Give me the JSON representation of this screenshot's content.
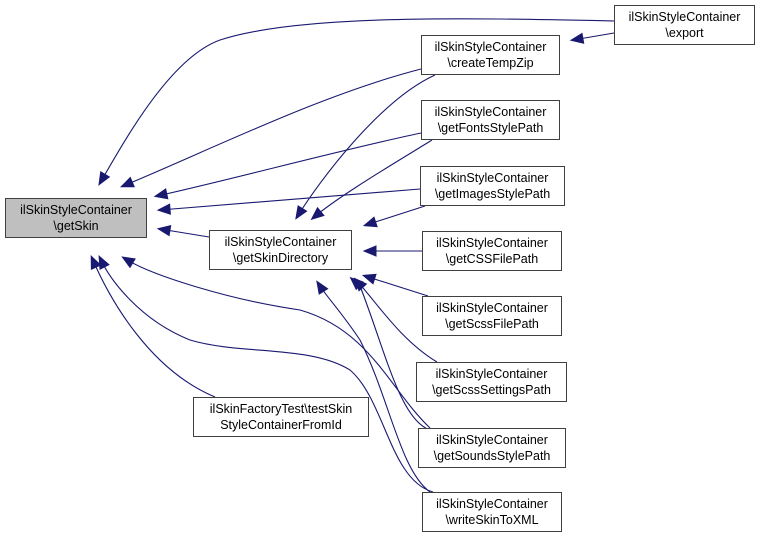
{
  "diagram": {
    "type": "doxygen-caller-graph",
    "edge_color": "#191970",
    "focus_fill": "#bfbfbf",
    "nodes": [
      {
        "id": "getSkin",
        "line1": "ilSkinStyleContainer",
        "line2": "\\getSkin",
        "focus": true
      },
      {
        "id": "getSkinDirectory",
        "line1": "ilSkinStyleContainer",
        "line2": "\\getSkinDirectory"
      },
      {
        "id": "testSkin",
        "line1": "ilSkinFactoryTest\\testSkin",
        "line2": "StyleContainerFromId"
      },
      {
        "id": "createTempZip",
        "line1": "ilSkinStyleContainer",
        "line2": "\\createTempZip"
      },
      {
        "id": "getFontsStylePath",
        "line1": "ilSkinStyleContainer",
        "line2": "\\getFontsStylePath"
      },
      {
        "id": "getImagesStylePath",
        "line1": "ilSkinStyleContainer",
        "line2": "\\getImagesStylePath"
      },
      {
        "id": "getCSSFilePath",
        "line1": "ilSkinStyleContainer",
        "line2": "\\getCSSFilePath"
      },
      {
        "id": "getScssFilePath",
        "line1": "ilSkinStyleContainer",
        "line2": "\\getScssFilePath"
      },
      {
        "id": "getScssSettingsPath",
        "line1": "ilSkinStyleContainer",
        "line2": "\\getScssSettingsPath"
      },
      {
        "id": "getSoundsStylePath",
        "line1": "ilSkinStyleContainer",
        "line2": "\\getSoundsStylePath"
      },
      {
        "id": "writeSkinToXML",
        "line1": "ilSkinStyleContainer",
        "line2": "\\writeSkinToXML"
      },
      {
        "id": "export",
        "line1": "ilSkinStyleContainer",
        "line2": "\\export"
      }
    ],
    "edges": [
      {
        "from": "export",
        "to": "getSkin"
      },
      {
        "from": "export",
        "to": "createTempZip"
      },
      {
        "from": "createTempZip",
        "to": "getSkin"
      },
      {
        "from": "createTempZip",
        "to": "getSkinDirectory"
      },
      {
        "from": "getFontsStylePath",
        "to": "getSkin"
      },
      {
        "from": "getFontsStylePath",
        "to": "getSkinDirectory"
      },
      {
        "from": "getImagesStylePath",
        "to": "getSkin"
      },
      {
        "from": "getImagesStylePath",
        "to": "getSkinDirectory"
      },
      {
        "from": "getSkinDirectory",
        "to": "getSkin"
      },
      {
        "from": "getCSSFilePath",
        "to": "getSkinDirectory"
      },
      {
        "from": "getScssFilePath",
        "to": "getSkinDirectory"
      },
      {
        "from": "getScssSettingsPath",
        "to": "getSkinDirectory"
      },
      {
        "from": "getSoundsStylePath",
        "to": "getSkin"
      },
      {
        "from": "getSoundsStylePath",
        "to": "getSkinDirectory"
      },
      {
        "from": "writeSkinToXML",
        "to": "getSkin"
      },
      {
        "from": "writeSkinToXML",
        "to": "getSkinDirectory"
      },
      {
        "from": "testSkin",
        "to": "getSkin"
      }
    ]
  }
}
